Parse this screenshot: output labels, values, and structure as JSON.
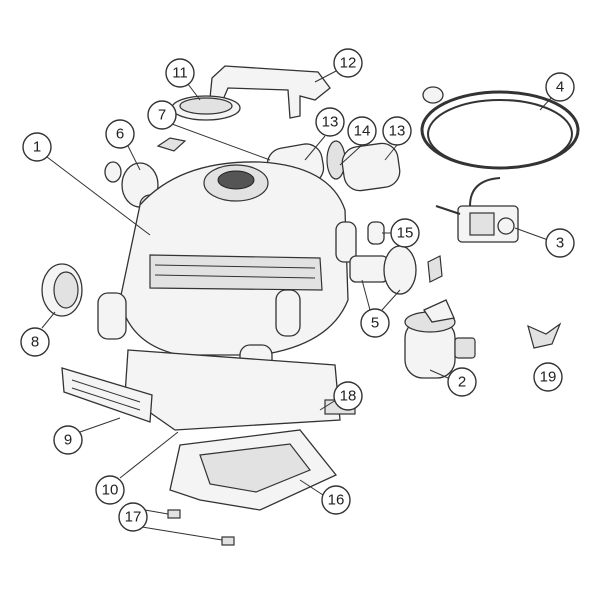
{
  "diagram": {
    "type": "exploded-parts-view",
    "callouts": [
      {
        "id": "c1",
        "label": "1"
      },
      {
        "id": "c2",
        "label": "2"
      },
      {
        "id": "c3",
        "label": "3"
      },
      {
        "id": "c4",
        "label": "4"
      },
      {
        "id": "c5",
        "label": "5"
      },
      {
        "id": "c6",
        "label": "6"
      },
      {
        "id": "c7",
        "label": "7"
      },
      {
        "id": "c8",
        "label": "8"
      },
      {
        "id": "c9",
        "label": "9"
      },
      {
        "id": "c10",
        "label": "10"
      },
      {
        "id": "c11",
        "label": "11"
      },
      {
        "id": "c12",
        "label": "12"
      },
      {
        "id": "c13a",
        "label": "13"
      },
      {
        "id": "c13b",
        "label": "13"
      },
      {
        "id": "c14",
        "label": "14"
      },
      {
        "id": "c15",
        "label": "15"
      },
      {
        "id": "c16",
        "label": "16"
      },
      {
        "id": "c17",
        "label": "17"
      },
      {
        "id": "c18",
        "label": "18"
      },
      {
        "id": "c19",
        "label": "19"
      }
    ]
  }
}
